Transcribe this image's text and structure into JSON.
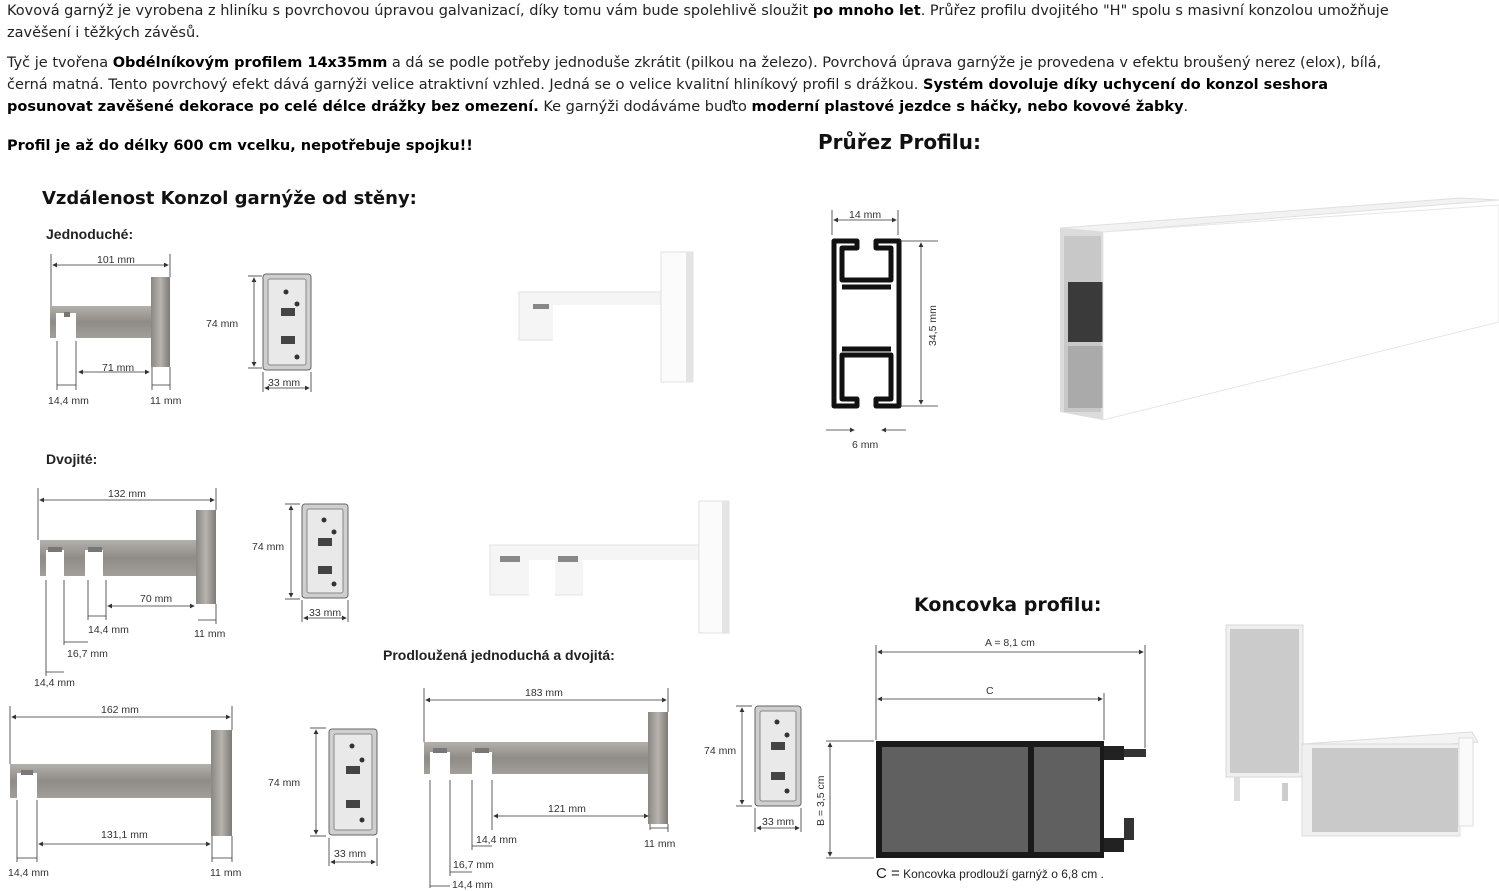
{
  "intro": {
    "p1_a": "Kovová garnýž je vyrobena z hliníku s povrchovou úpravou galvanizací, díky tomu vám bude spolehlivě sloužit ",
    "p1_b": "po mnoho let",
    "p1_c": ". Průřez profilu dvojitého \"H\" spolu s masivní konzolou umožňuje zavěšení i těžkých závěsů.",
    "p2_a": " Tyč je tvořena ",
    "p2_b": "Obdélníkovým profilem 14x35mm",
    "p2_c": " a dá se podle potřeby jednoduše zkrátit (pilkou na železo). Povrchová úprava garnýže je provedena v efektu broušený nerez (elox), bílá, černá matná. Tento povrchový efekt dává garnýži velice atraktivní vzhled. Jedná se o velice kvalitní hliníkový profil s drážkou. ",
    "p2_d": "Systém dovoluje díky uchycení do konzol seshora posunovat zavěšené dekorace po celé délce drážky bez omezení.",
    "p2_e": " Ke garnýži dodáváme buďto ",
    "p2_f": "moderní plastové jezdce s háčky, nebo kovové žabky",
    "p2_g": ".",
    "p3": "Profil je až do délky 600 cm vcelku, nepotřebuje spojku!!"
  },
  "brackets": {
    "title": "Vzdálenost Konzol garnýže od stěny:",
    "single_title": "Jednoduché:",
    "double_title": "Dvojité:",
    "extended_title": "Prodloužená jednoduchá a dvojitá:",
    "single": {
      "total": "101 mm",
      "inner": "71 mm",
      "left": "14,4 mm",
      "right": "11 mm",
      "plate_h": "74 mm",
      "plate_w": "33 mm"
    },
    "double": {
      "total": "132 mm",
      "inner": "70 mm",
      "g1": "14,4 mm",
      "g2": "16,7 mm",
      "left": "14,4 mm",
      "right": "11 mm",
      "plate_h": "74 mm",
      "plate_w": "33 mm"
    },
    "ext_single": {
      "total": "162 mm",
      "inner": "131,1 mm",
      "left": "14,4 mm",
      "right": "11 mm",
      "plate_h": "74 mm",
      "plate_w": "33 mm"
    },
    "ext_double": {
      "total": "183 mm",
      "inner": "121 mm",
      "g1": "14,4 mm",
      "g2": "16,7 mm",
      "left": "14,4 mm",
      "right": "11 mm",
      "plate_h": "74 mm",
      "plate_w": "33 mm"
    }
  },
  "profile": {
    "title": "Průřez Profilu:",
    "width": "14 mm",
    "height": "34,5 mm",
    "slot": "6 mm"
  },
  "endcap": {
    "title": "Koncovka profilu:",
    "a": "A = 8,1 cm",
    "c": "C",
    "b": "B = 3,5 cm",
    "note_c": "C =",
    "note": "Koncovka prodlouží garnýž o 6,8 cm ."
  },
  "colors": {
    "steel": "#9c9893",
    "steel_dark": "#6f6b67",
    "white_part": "#f4f4f4",
    "black_part": "#1a1a1a"
  }
}
